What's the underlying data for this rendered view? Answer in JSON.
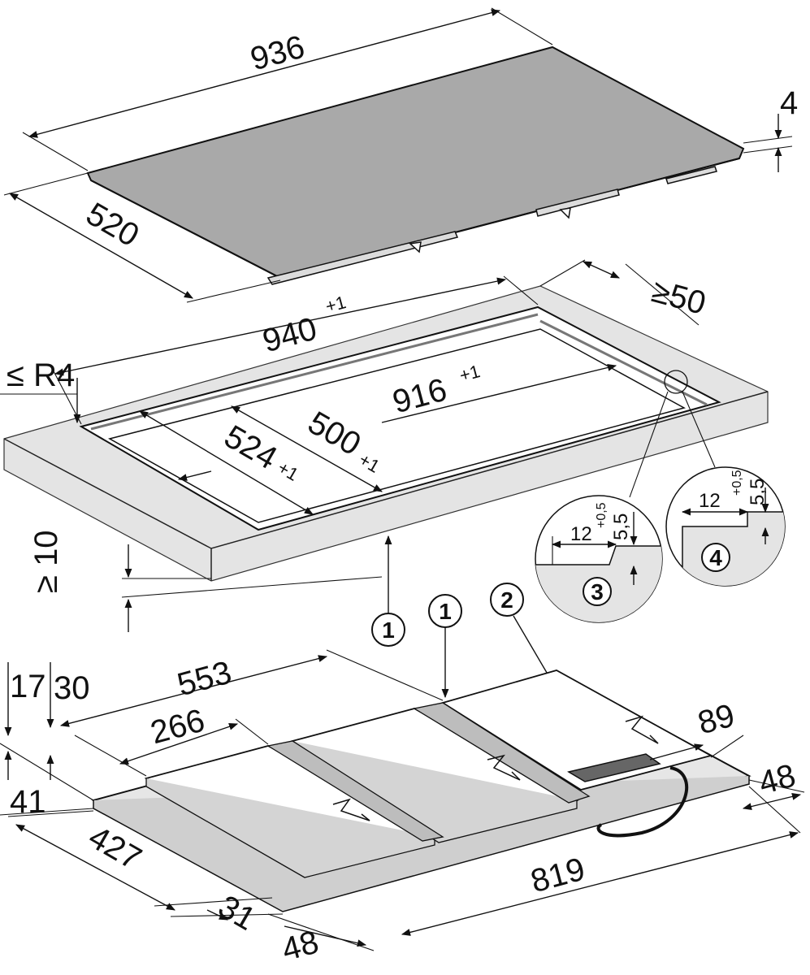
{
  "cooktop": {
    "width": "936",
    "depth": "520",
    "thickness": "4"
  },
  "cutout": {
    "outer_width": "940",
    "outer_width_tol": "+1",
    "min_edge": "≥50",
    "radius": "≤ R4",
    "inner_width": "916",
    "inner_width_tol": "+1",
    "inner_depth": "500",
    "inner_depth_tol": "+1",
    "outer_depth": "524",
    "outer_depth_tol": "+1",
    "min_thickness": "≥ 10"
  },
  "details": {
    "detail3": {
      "label": "3",
      "width": "12",
      "width_tol": "+0,5",
      "height": "5,5"
    },
    "detail4": {
      "label": "4",
      "width": "12",
      "width_tol": "+0,5",
      "height": "5,5"
    }
  },
  "callouts": {
    "c1a": "1",
    "c1b": "1",
    "c2": "2"
  },
  "base": {
    "dim_553": "553",
    "dim_266": "266",
    "dim_17": "17",
    "dim_30": "30",
    "dim_41": "41",
    "dim_427": "427",
    "dim_31": "31",
    "dim_48_left": "48",
    "dim_819": "819",
    "dim_89": "89",
    "dim_48_right": "48"
  }
}
